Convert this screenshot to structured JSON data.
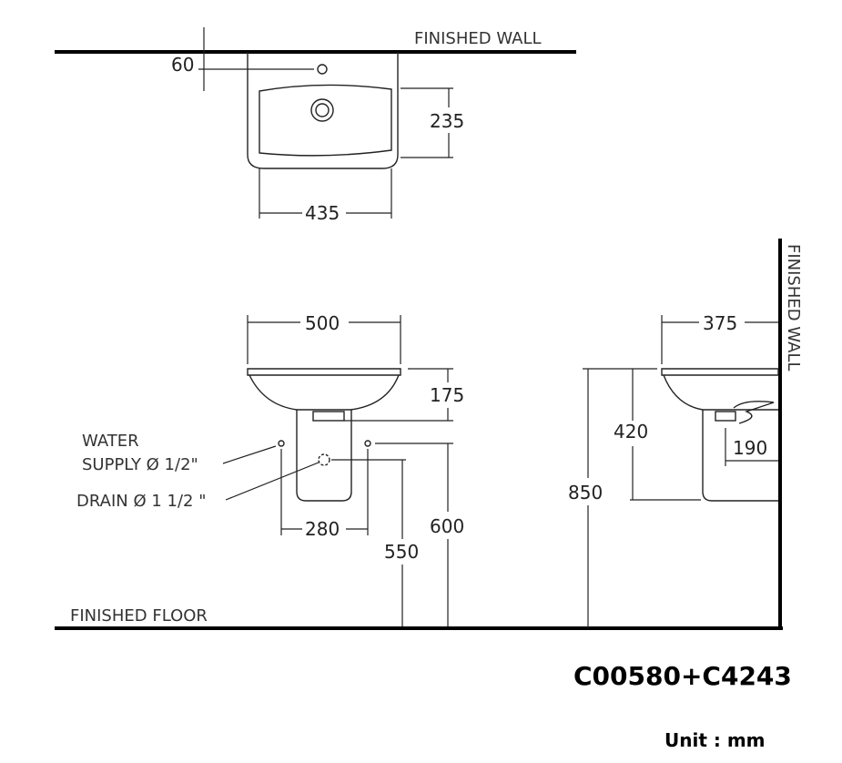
{
  "labels": {
    "finished_wall_top": "FINISHED  WALL",
    "finished_wall_side": "FINISHED  WALL",
    "finished_floor": "FINISHED  FLOOR",
    "water_supply_line1": "WATER",
    "water_supply_line2": "SUPPLY Ø 1/2\"",
    "drain": "DRAIN Ø 1 1/2 \""
  },
  "dimensions": {
    "top_offset": "60",
    "top_depth": "235",
    "top_width": "435",
    "front_width": "500",
    "front_bowl_height": "175",
    "front_pipe_spacing": "280",
    "front_supply_height": "600",
    "front_drain_height": "550",
    "side_depth": "375",
    "side_height_rim": "850",
    "side_pedestal_height": "420",
    "side_drain_offset": "190"
  },
  "model": "C00580+C4243",
  "unit": "Unit : mm"
}
